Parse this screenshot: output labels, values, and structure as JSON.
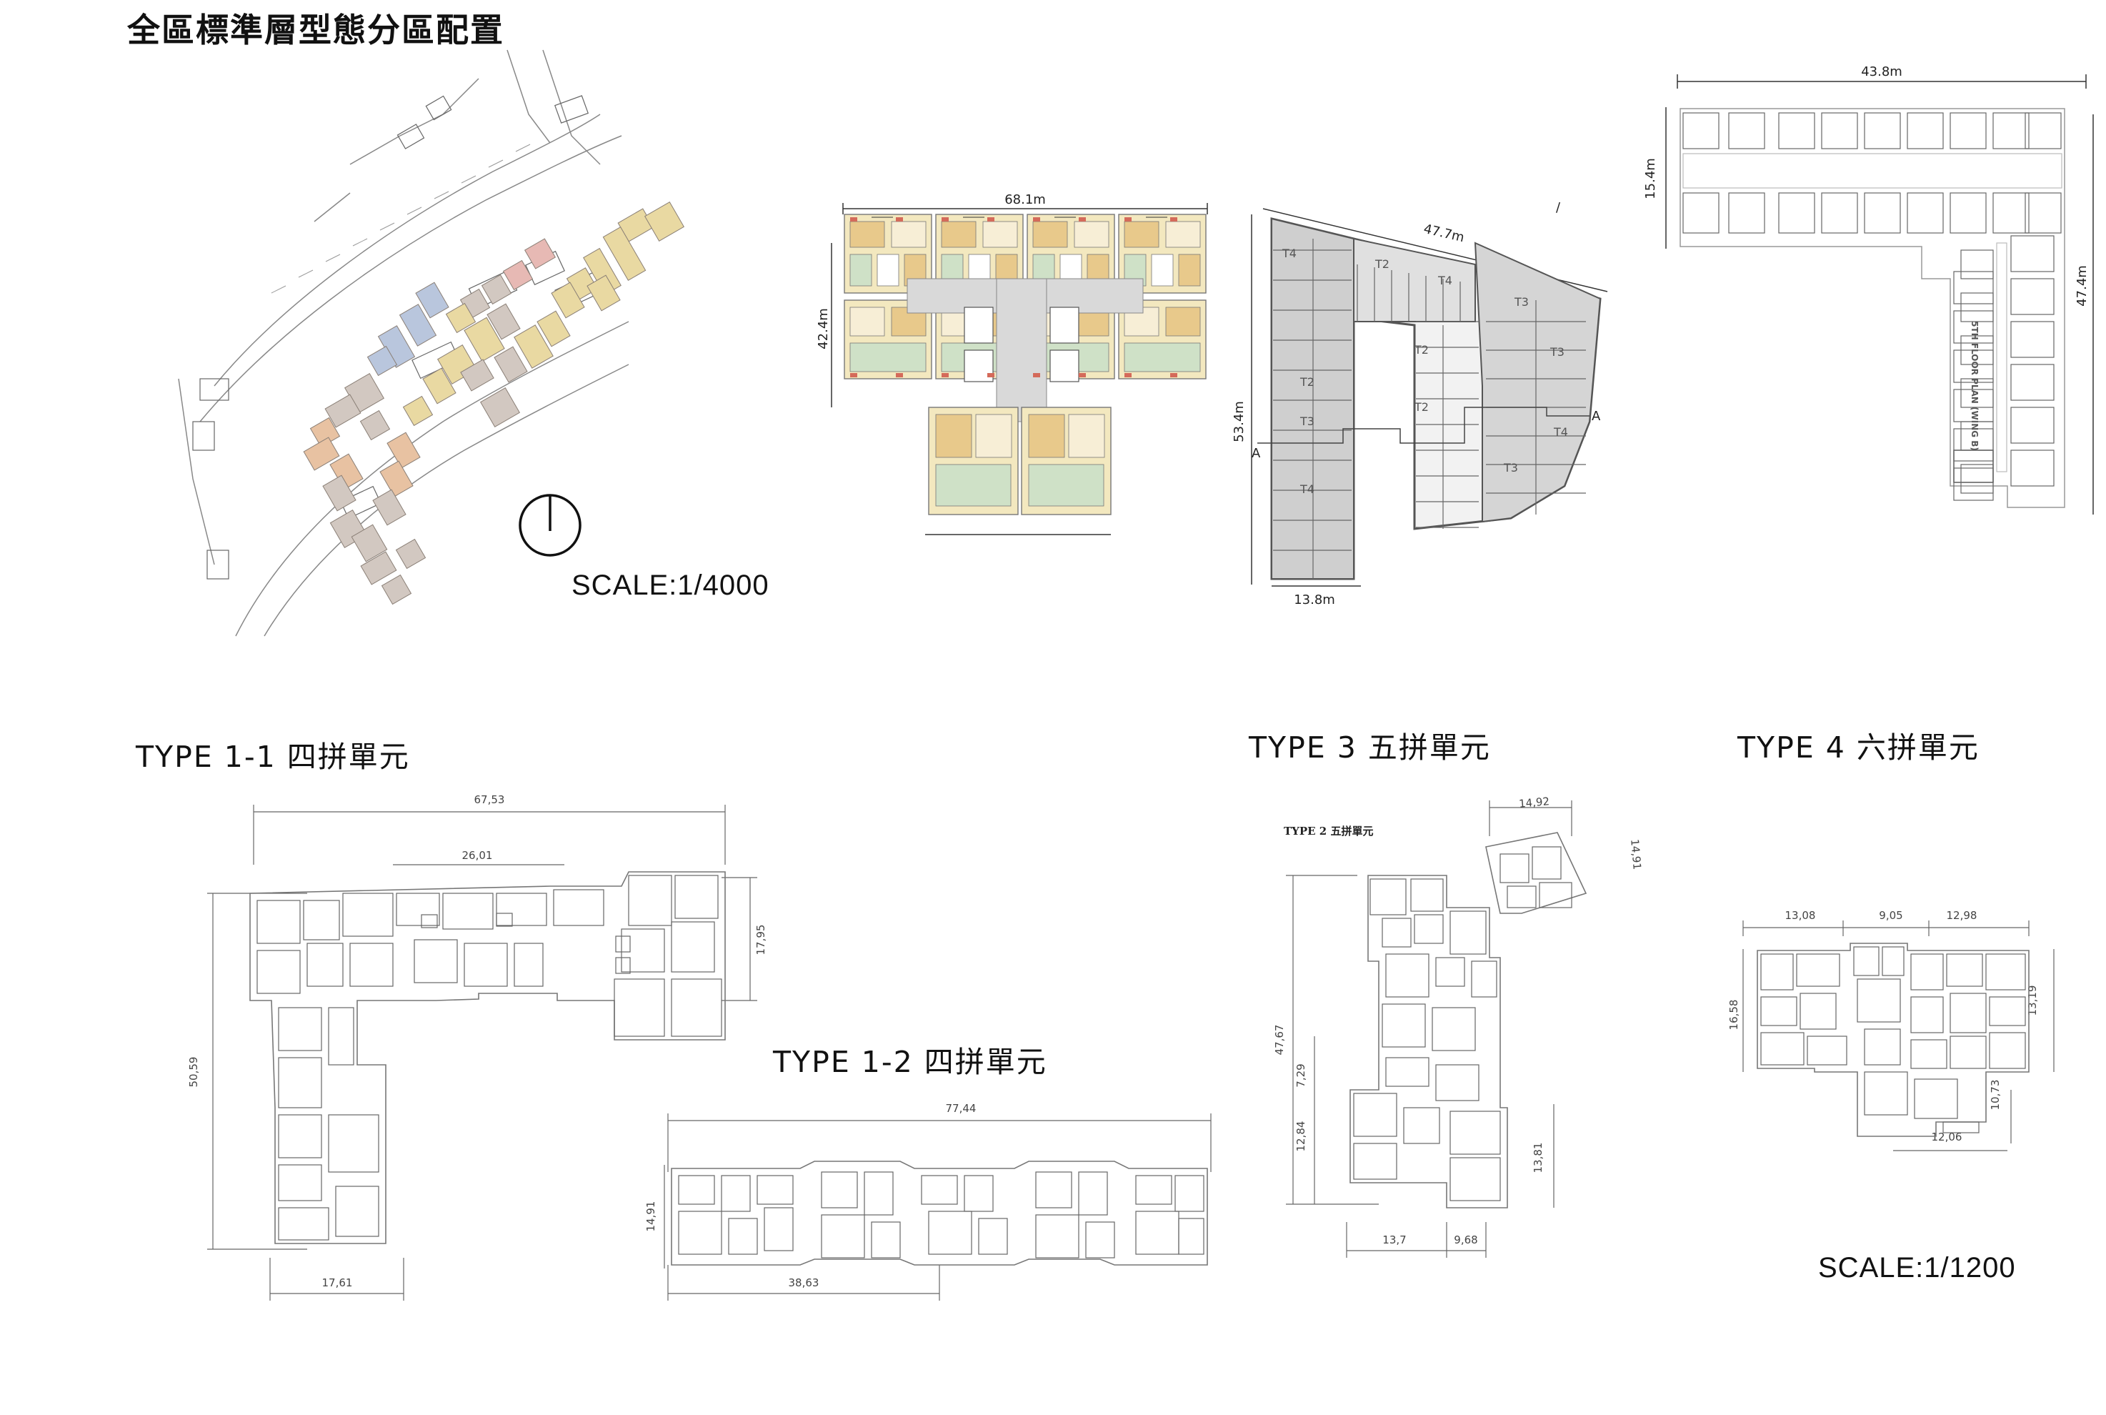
{
  "title": "全區標準層型態分區配置",
  "site_plan": {
    "scale_label": "SCALE:1/4000",
    "north_icon": "north-arrow-icon",
    "zone_colors": [
      "#e9d9a2",
      "#e7b9b4",
      "#b9c6dd",
      "#d9c2b7",
      "#e8c2a2",
      "#d2c8c1"
    ]
  },
  "plan_a": {
    "width_dim": "68.1m",
    "height_dim": "42.4m"
  },
  "plan_b": {
    "top_dim": "47.7m",
    "height_dim": "53.4m",
    "bottom_dim": "13.8m",
    "section_mark": "A",
    "unit_labels": [
      "T4",
      "T2",
      "T4",
      "T3",
      "T2",
      "T2",
      "T2",
      "T3",
      "T3",
      "T4",
      "T4",
      "T3"
    ]
  },
  "plan_c": {
    "width_dim": "43.8m",
    "left_dim": "15.4m",
    "right_dim": "47.4m",
    "side_label": "5TH FLOOR PLAN (WING B)"
  },
  "types": {
    "t11": {
      "title": "TYPE 1-1 四拼單元",
      "dims": [
        "67,53",
        "26,01",
        "17,95",
        "50,59",
        "17,61"
      ]
    },
    "t12": {
      "title": "TYPE 1-2 四拼單元",
      "dims": [
        "77,44",
        "14,91",
        "38,63"
      ]
    },
    "t3": {
      "title": "TYPE 3 五拼單元",
      "subtitle": "TYPE 2 五拼單元",
      "dims": [
        "14,92",
        "14,91",
        "47,67",
        "7,29",
        "12,84",
        "13,81",
        "13,7",
        "9,68"
      ]
    },
    "t4": {
      "title": "TYPE 4 六拼單元",
      "dims": [
        "13,08",
        "9,05",
        "12,98",
        "16,58",
        "13,19",
        "10,73",
        "12,06"
      ]
    }
  },
  "bottom_scale_label": "SCALE:1/1200"
}
